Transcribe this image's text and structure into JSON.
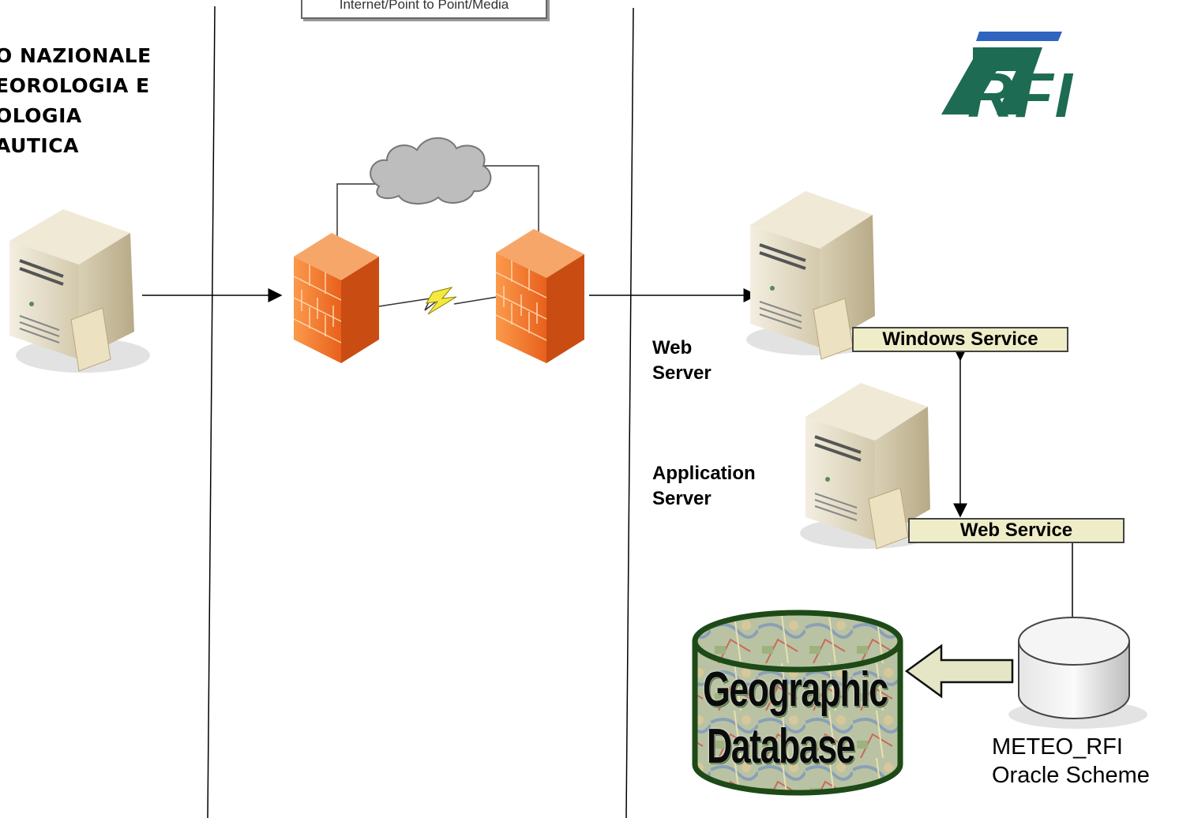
{
  "network_label": "Internet/Point to Point/Media",
  "organization_name_lines": [
    "O NAZIONALE",
    "EOROLOGIA E",
    "OLOGIA",
    "AUTICA"
  ],
  "logo_text": "RFI",
  "web_server_label": [
    "Web",
    "Server"
  ],
  "application_server_label": [
    "Application",
    "Server"
  ],
  "windows_service_label": "Windows Service",
  "web_service_label": "Web Service",
  "geographic_database_label": [
    "Geographic",
    "Database"
  ],
  "oracle_scheme_label": [
    "METEO_RFI",
    "Oracle Scheme"
  ],
  "colors": {
    "firewall": "#f07a2e",
    "service_box": "#eeedc8",
    "logo_green": "#1d6b52",
    "logo_blue": "#2f64c0",
    "database_border": "#1d4a17"
  }
}
